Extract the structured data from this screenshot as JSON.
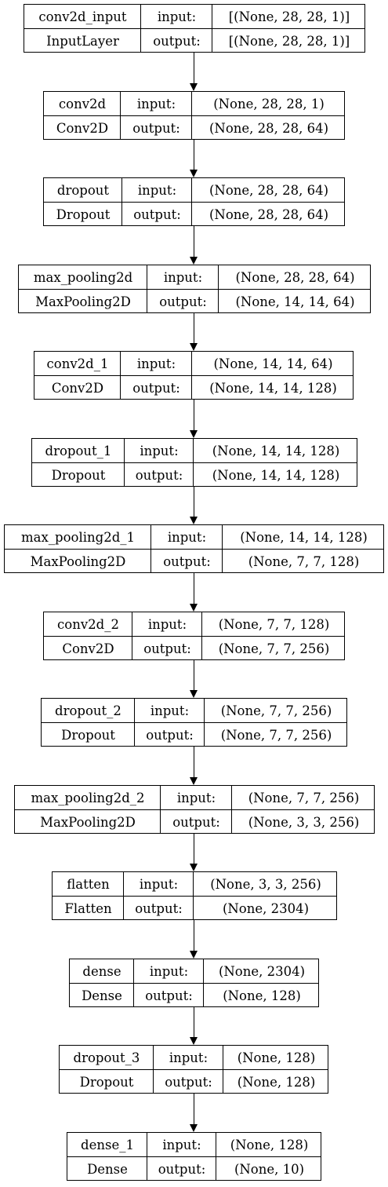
{
  "layers": [
    {
      "name": "conv2d_input",
      "type": "InputLayer",
      "input_label": "input:",
      "output_label": "output:",
      "input": "[(None, 28, 28, 1)]",
      "output": "[(None, 28, 28, 1)]"
    },
    {
      "name": "conv2d",
      "type": "Conv2D",
      "input_label": "input:",
      "output_label": "output:",
      "input": "(None, 28, 28, 1)",
      "output": "(None, 28, 28, 64)"
    },
    {
      "name": "dropout",
      "type": "Dropout",
      "input_label": "input:",
      "output_label": "output:",
      "input": "(None, 28, 28, 64)",
      "output": "(None, 28, 28, 64)"
    },
    {
      "name": "max_pooling2d",
      "type": "MaxPooling2D",
      "input_label": "input:",
      "output_label": "output:",
      "input": "(None, 28, 28, 64)",
      "output": "(None, 14, 14, 64)"
    },
    {
      "name": "conv2d_1",
      "type": "Conv2D",
      "input_label": "input:",
      "output_label": "output:",
      "input": "(None, 14, 14, 64)",
      "output": "(None, 14, 14, 128)"
    },
    {
      "name": "dropout_1",
      "type": "Dropout",
      "input_label": "input:",
      "output_label": "output:",
      "input": "(None, 14, 14, 128)",
      "output": "(None, 14, 14, 128)"
    },
    {
      "name": "max_pooling2d_1",
      "type": "MaxPooling2D",
      "input_label": "input:",
      "output_label": "output:",
      "input": "(None, 14, 14, 128)",
      "output": "(None, 7, 7, 128)"
    },
    {
      "name": "conv2d_2",
      "type": "Conv2D",
      "input_label": "input:",
      "output_label": "output:",
      "input": "(None, 7, 7, 128)",
      "output": "(None, 7, 7, 256)"
    },
    {
      "name": "dropout_2",
      "type": "Dropout",
      "input_label": "input:",
      "output_label": "output:",
      "input": "(None, 7, 7, 256)",
      "output": "(None, 7, 7, 256)"
    },
    {
      "name": "max_pooling2d_2",
      "type": "MaxPooling2D",
      "input_label": "input:",
      "output_label": "output:",
      "input": "(None, 7, 7, 256)",
      "output": "(None, 3, 3, 256)"
    },
    {
      "name": "flatten",
      "type": "Flatten",
      "input_label": "input:",
      "output_label": "output:",
      "input": "(None, 3, 3, 256)",
      "output": "(None, 2304)"
    },
    {
      "name": "dense",
      "type": "Dense",
      "input_label": "input:",
      "output_label": "output:",
      "input": "(None, 2304)",
      "output": "(None, 128)"
    },
    {
      "name": "dropout_3",
      "type": "Dropout",
      "input_label": "input:",
      "output_label": "output:",
      "input": "(None, 128)",
      "output": "(None, 128)"
    },
    {
      "name": "dense_1",
      "type": "Dense",
      "input_label": "input:",
      "output_label": "output:",
      "input": "(None, 128)",
      "output": "(None, 10)"
    }
  ],
  "colors": {
    "line": "#000000",
    "background": "#ffffff"
  }
}
